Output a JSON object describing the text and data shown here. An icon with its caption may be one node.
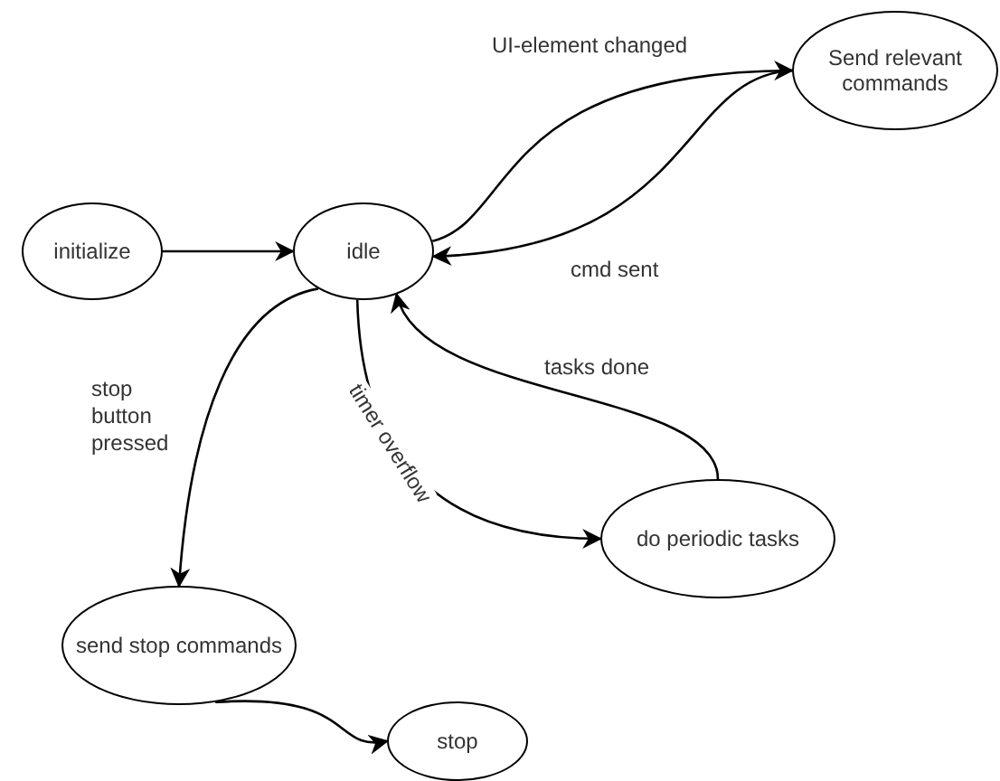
{
  "diagram": {
    "nodes": [
      {
        "text": [
          "initialize"
        ]
      },
      {
        "text": [
          "idle"
        ]
      },
      {
        "text": [
          "Send relevant commands"
        ]
      },
      {
        "text": [
          "do periodic tasks"
        ]
      },
      {
        "text": [
          "send stop commands"
        ]
      },
      {
        "text": [
          "stop"
        ]
      }
    ],
    "edges": [
      {
        "from": 0,
        "to": 1,
        "arrow": "to"
      },
      {
        "from": 1,
        "to": 2,
        "arrow": "to",
        "label": "UI-element changed"
      },
      {
        "from": 2,
        "to": 1,
        "arrow": "to",
        "label": "cmd sent"
      },
      {
        "from": 1,
        "to": 4,
        "arrow": "to",
        "label": "stop button pressed"
      },
      {
        "from": 1,
        "to": 3,
        "arrow": "to",
        "label": "timer overflow"
      },
      {
        "from": 3,
        "to": 1,
        "arrow": "to",
        "label": "tasks done"
      },
      {
        "from": 4,
        "to": 5,
        "arrow": "to"
      }
    ]
  }
}
